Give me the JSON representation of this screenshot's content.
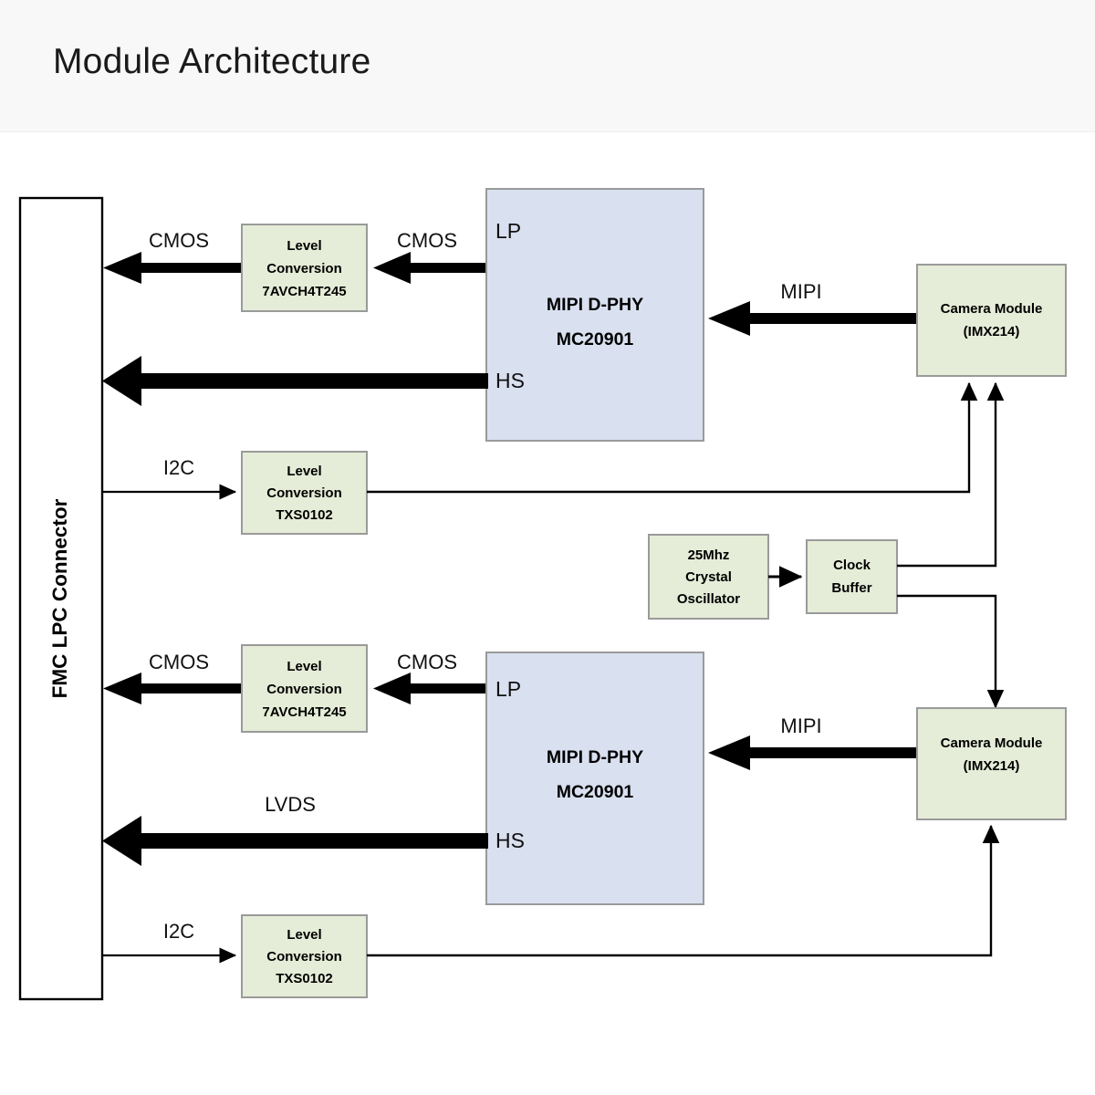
{
  "header": {
    "title": "Module Architecture"
  },
  "colors": {
    "header_band": "#f8f8f8",
    "page_background": "#ffffff",
    "green_block_fill": "#e5ecd7",
    "green_block_stroke": "#9a9a9a",
    "blue_block_fill": "#d9e0f0",
    "blue_block_stroke": "#9a9a9a",
    "connector_fill": "#ffffff",
    "connector_stroke": "#000000",
    "arrow_color": "#000000",
    "text_color": "#000000"
  },
  "diagram": {
    "type": "block-diagram",
    "connector": {
      "label": "FMC LPC Connector",
      "orientation": "vertical-text"
    },
    "blocks": [
      {
        "id": "level-conv-top",
        "name": "level-conversion-7avch4t245-top",
        "lines": [
          "Level",
          "Conversion",
          "7AVCH4T245"
        ],
        "style": "green"
      },
      {
        "id": "mipi-dphy-top",
        "name": "mipi-dphy-mc20901-top",
        "lines": [
          "MIPI D-PHY",
          "MC20901"
        ],
        "style": "blue",
        "ports": [
          "LP",
          "HS"
        ]
      },
      {
        "id": "camera-top",
        "name": "camera-module-imx214-top",
        "lines": [
          "Camera Module",
          "(IMX214)"
        ],
        "style": "green"
      },
      {
        "id": "level-conv-i2c-top",
        "name": "level-conversion-txs0102-top",
        "lines": [
          "Level",
          "Conversion",
          "TXS0102"
        ],
        "style": "green"
      },
      {
        "id": "crystal-osc",
        "name": "crystal-oscillator",
        "lines": [
          "25Mhz",
          "Crystal",
          "Oscillator"
        ],
        "style": "green"
      },
      {
        "id": "clock-buffer",
        "name": "clock-buffer",
        "lines": [
          "Clock",
          "Buffer"
        ],
        "style": "green"
      },
      {
        "id": "level-conv-bottom",
        "name": "level-conversion-7avch4t245-bottom",
        "lines": [
          "Level",
          "Conversion",
          "7AVCH4T245"
        ],
        "style": "green"
      },
      {
        "id": "mipi-dphy-bottom",
        "name": "mipi-dphy-mc20901-bottom",
        "lines": [
          "MIPI D-PHY",
          "MC20901"
        ],
        "style": "blue",
        "ports": [
          "LP",
          "HS"
        ]
      },
      {
        "id": "camera-bottom",
        "name": "camera-module-imx214-bottom",
        "lines": [
          "Camera Module",
          "(IMX214)"
        ],
        "style": "green"
      },
      {
        "id": "level-conv-i2c-bottom",
        "name": "level-conversion-txs0102-bottom",
        "lines": [
          "Level",
          "Conversion",
          "TXS0102"
        ],
        "style": "green"
      }
    ],
    "signal_labels": {
      "cmos_top_left": "CMOS",
      "cmos_top_right": "CMOS",
      "mipi_top": "MIPI",
      "i2c_top": "I2C",
      "cmos_bottom_left": "CMOS",
      "cmos_bottom_right": "CMOS",
      "mipi_bottom": "MIPI",
      "lvds_bottom": "LVDS",
      "i2c_bottom": "I2C"
    },
    "port_labels": {
      "lp_top": "LP",
      "hs_top": "HS",
      "lp_bottom": "LP",
      "hs_bottom": "HS"
    },
    "block_text": {
      "level_conv_top_l1": "Level",
      "level_conv_top_l2": "Conversion",
      "level_conv_top_l3": "7AVCH4T245",
      "mipi_top_l1": "MIPI D-PHY",
      "mipi_top_l2": "MC20901",
      "camera_top_l1": "Camera Module",
      "camera_top_l2": "(IMX214)",
      "i2c_conv_top_l1": "Level",
      "i2c_conv_top_l2": "Conversion",
      "i2c_conv_top_l3": "TXS0102",
      "osc_l1": "25Mhz",
      "osc_l2": "Crystal",
      "osc_l3": "Oscillator",
      "clkbuf_l1": "Clock",
      "clkbuf_l2": "Buffer",
      "level_conv_bot_l1": "Level",
      "level_conv_bot_l2": "Conversion",
      "level_conv_bot_l3": "7AVCH4T245",
      "mipi_bot_l1": "MIPI D-PHY",
      "mipi_bot_l2": "MC20901",
      "camera_bot_l1": "Camera Module",
      "camera_bot_l2": "(IMX214)",
      "i2c_conv_bot_l1": "Level",
      "i2c_conv_bot_l2": "Conversion",
      "i2c_conv_bot_l3": "TXS0102",
      "connector_label": "FMC LPC Connector"
    }
  }
}
